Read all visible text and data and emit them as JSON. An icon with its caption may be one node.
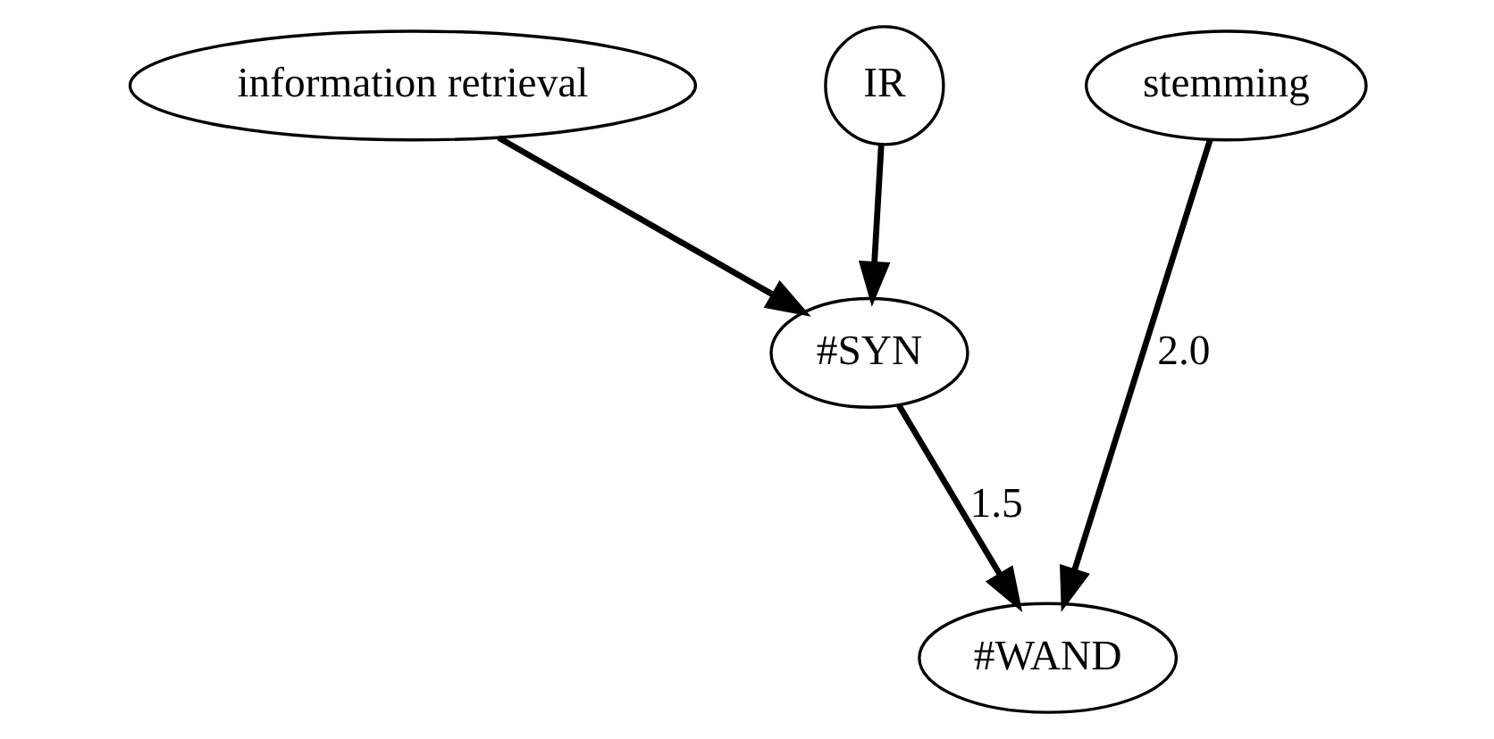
{
  "diagram": {
    "nodes": [
      {
        "text": [
          "information retrieval"
        ]
      },
      {
        "text": [
          "IR"
        ]
      },
      {
        "text": [
          "stemming"
        ]
      },
      {
        "text": [
          "#SYN"
        ]
      },
      {
        "text": [
          "#WAND"
        ]
      }
    ],
    "edges": [
      {
        "from": 0,
        "to": 3,
        "arrow": "to"
      },
      {
        "from": 1,
        "to": 3,
        "arrow": "to"
      },
      {
        "from": 3,
        "to": 4,
        "arrow": "to",
        "label": "1.5"
      },
      {
        "from": 2,
        "to": 4,
        "arrow": "to",
        "label": "2.0"
      }
    ]
  }
}
